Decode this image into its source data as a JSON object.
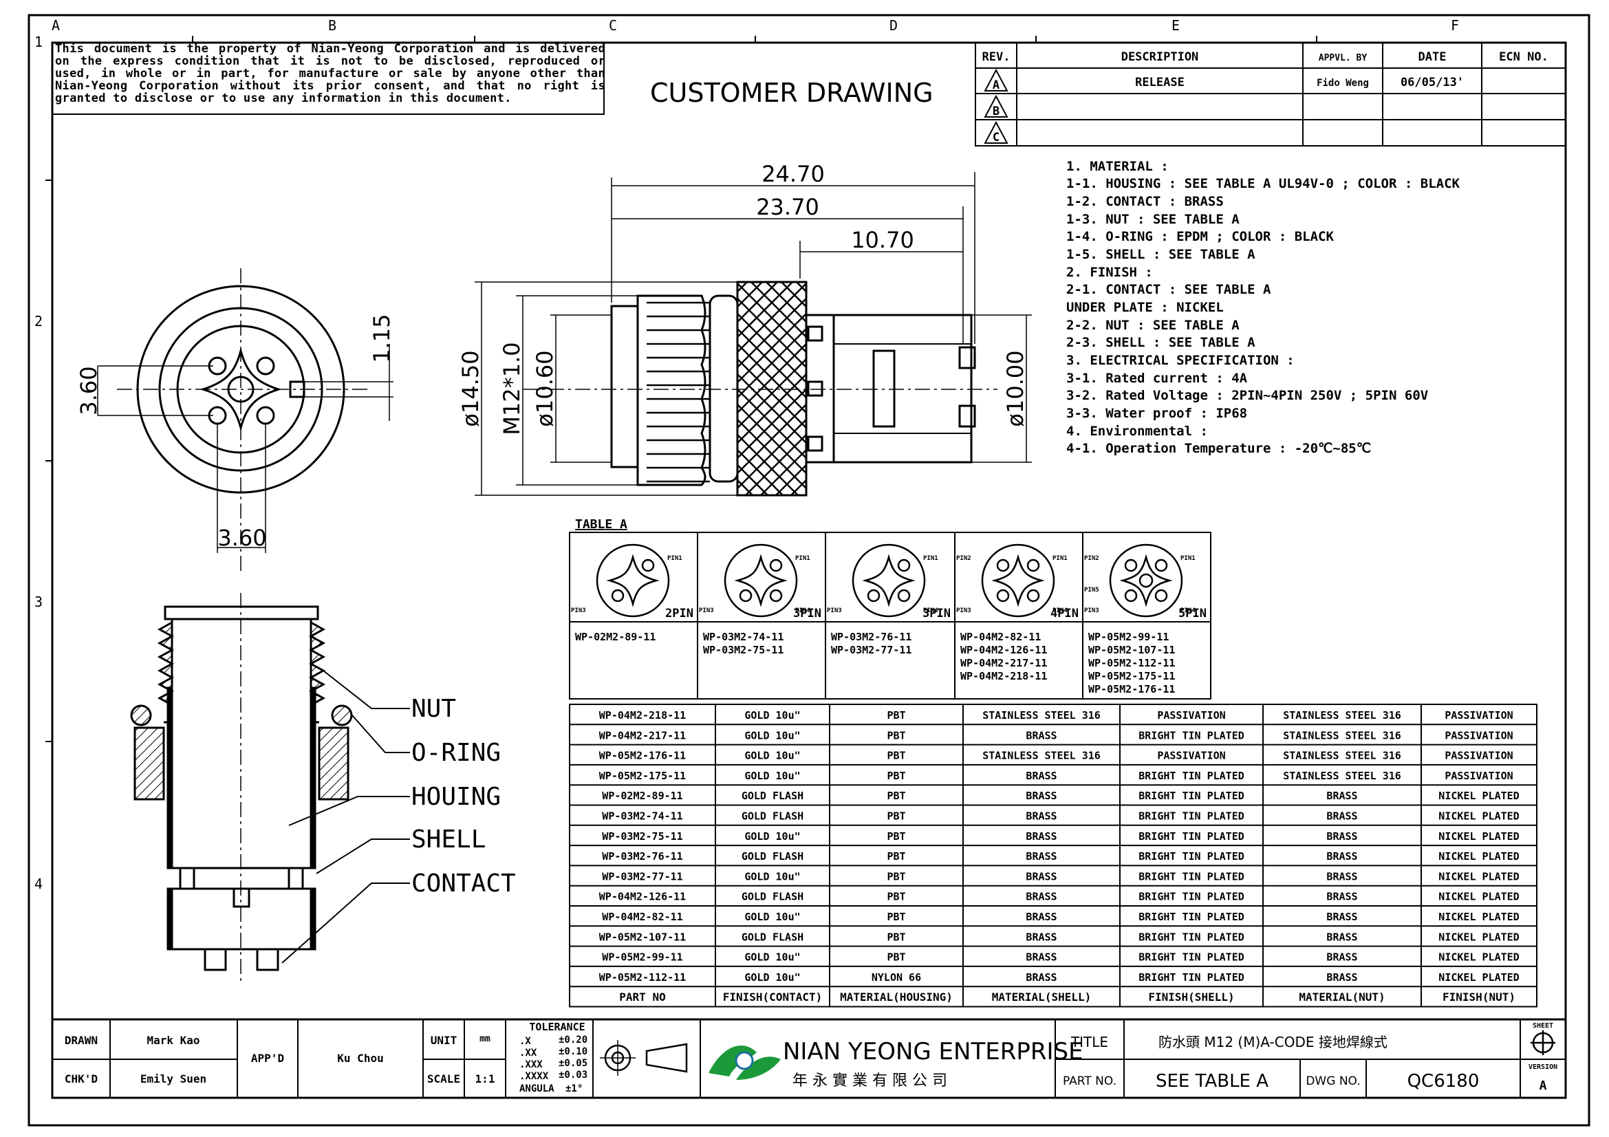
{
  "notice": {
    "lines": [
      "This document is the property of Nian-Yeong Corporation and is delivered",
      "on  the  express condition that it is not to be disclosed, reproduced or",
      "used, in whole or in part, for manufacture or sale by anyone other than",
      "Nian-Yeong Corporation without  its prior consent, and that  no right  is",
      "granted to disclose or to use any information in this  document."
    ]
  },
  "title": "CUSTOMER  DRAWING",
  "grid": {
    "columns": [
      "A",
      "B",
      "C",
      "D",
      "E",
      "F"
    ],
    "rows": [
      "1",
      "2",
      "3",
      "4"
    ]
  },
  "revision_table": {
    "headers": [
      "REV.",
      "DESCRIPTION",
      "APPVL. BY",
      "DATE",
      "ECN NO."
    ],
    "rows": [
      {
        "rev": "A",
        "description": "RELEASE",
        "appvl": "Fido Weng",
        "date": "06/05/13'",
        "ecn": ""
      },
      {
        "rev": "B",
        "description": "",
        "appvl": "",
        "date": "",
        "ecn": ""
      },
      {
        "rev": "C",
        "description": "",
        "appvl": "",
        "date": "",
        "ecn": ""
      }
    ]
  },
  "dimensions": {
    "d1": "24.70",
    "d2": "23.70",
    "d3": "10.70",
    "d4": "1.15",
    "d5": "3.60",
    "d6": "3.60",
    "d7": "ø14.50",
    "d8": "M12*1.0",
    "d9": "ø10.60",
    "d10": "ø10.00"
  },
  "specs": [
    "1. MATERIAL :",
    "   1-1. HOUSING : SEE TABLE A UL94V-0 ; COLOR : BLACK",
    "   1-2. CONTACT : BRASS",
    "   1-3. NUT : SEE TABLE A",
    "   1-4. O-RING : EPDM ; COLOR : BLACK",
    "   1-5. SHELL : SEE TABLE A",
    "2. FINISH :",
    "   2-1. CONTACT : SEE TABLE A",
    "        UNDER PLATE : NICKEL",
    "   2-2. NUT : SEE TABLE A",
    "   2-3. SHELL : SEE TABLE A",
    "3. ELECTRICAL SPECIFICATION :",
    "   3-1. Rated current : 4A",
    "   3-2. Rated Voltage : 2PIN~4PIN 250V ; 5PIN 60V",
    "   3-3. Water proof : IP68",
    "4. Environmental :",
    "   4-1. Operation Temperature : -20℃~85℃"
  ],
  "table_a_label": "TABLE  A",
  "pin_types": [
    {
      "label": "2PIN",
      "pins": [
        "PIN1",
        "PIN3"
      ],
      "parts": [
        "WP-02M2-89-11"
      ]
    },
    {
      "label": "3PIN",
      "pins": [
        "PIN1",
        "PIN3",
        "PIN4"
      ],
      "parts": [
        "WP-03M2-74-11",
        "WP-03M2-75-11"
      ]
    },
    {
      "label": "3PIN",
      "pins": [
        "PIN1",
        "PIN3",
        "PIN4"
      ],
      "parts": [
        "WP-03M2-76-11",
        "WP-03M2-77-11"
      ]
    },
    {
      "label": "4PIN",
      "pins": [
        "PIN1",
        "PIN2",
        "PIN3",
        "PIN4"
      ],
      "parts": [
        "WP-04M2-82-11",
        "WP-04M2-126-11",
        "WP-04M2-217-11",
        "WP-04M2-218-11"
      ]
    },
    {
      "label": "5PIN",
      "pins": [
        "PIN1",
        "PIN2",
        "PIN3",
        "PIN4",
        "PIN5"
      ],
      "parts": [
        "WP-05M2-99-11",
        "WP-05M2-107-11",
        "WP-05M2-112-11",
        "WP-05M2-175-11",
        "WP-05M2-176-11"
      ]
    }
  ],
  "material_table": {
    "rows": [
      [
        "WP-04M2-218-11",
        "GOLD 10u\"",
        "PBT",
        "STAINLESS STEEL 316",
        "PASSIVATION",
        "STAINLESS STEEL 316",
        "PASSIVATION"
      ],
      [
        "WP-04M2-217-11",
        "GOLD 10u\"",
        "PBT",
        "BRASS",
        "BRIGHT TIN PLATED",
        "STAINLESS STEEL 316",
        "PASSIVATION"
      ],
      [
        "WP-05M2-176-11",
        "GOLD 10u\"",
        "PBT",
        "STAINLESS STEEL 316",
        "PASSIVATION",
        "STAINLESS STEEL 316",
        "PASSIVATION"
      ],
      [
        "WP-05M2-175-11",
        "GOLD 10u\"",
        "PBT",
        "BRASS",
        "BRIGHT TIN PLATED",
        "STAINLESS STEEL 316",
        "PASSIVATION"
      ],
      [
        "WP-02M2-89-11",
        "GOLD FLASH",
        "PBT",
        "BRASS",
        "BRIGHT TIN PLATED",
        "BRASS",
        "NICKEL PLATED"
      ],
      [
        "WP-03M2-74-11",
        "GOLD FLASH",
        "PBT",
        "BRASS",
        "BRIGHT TIN PLATED",
        "BRASS",
        "NICKEL PLATED"
      ],
      [
        "WP-03M2-75-11",
        "GOLD 10u\"",
        "PBT",
        "BRASS",
        "BRIGHT TIN PLATED",
        "BRASS",
        "NICKEL PLATED"
      ],
      [
        "WP-03M2-76-11",
        "GOLD FLASH",
        "PBT",
        "BRASS",
        "BRIGHT TIN PLATED",
        "BRASS",
        "NICKEL PLATED"
      ],
      [
        "WP-03M2-77-11",
        "GOLD 10u\"",
        "PBT",
        "BRASS",
        "BRIGHT TIN PLATED",
        "BRASS",
        "NICKEL PLATED"
      ],
      [
        "WP-04M2-126-11",
        "GOLD FLASH",
        "PBT",
        "BRASS",
        "BRIGHT TIN PLATED",
        "BRASS",
        "NICKEL PLATED"
      ],
      [
        "WP-04M2-82-11",
        "GOLD 10u\"",
        "PBT",
        "BRASS",
        "BRIGHT TIN PLATED",
        "BRASS",
        "NICKEL PLATED"
      ],
      [
        "WP-05M2-107-11",
        "GOLD FLASH",
        "PBT",
        "BRASS",
        "BRIGHT TIN PLATED",
        "BRASS",
        "NICKEL PLATED"
      ],
      [
        "WP-05M2-99-11",
        "GOLD 10u\"",
        "PBT",
        "BRASS",
        "BRIGHT TIN PLATED",
        "BRASS",
        "NICKEL PLATED"
      ],
      [
        "WP-05M2-112-11",
        "GOLD 10u\"",
        "NYLON 66",
        "BRASS",
        "BRIGHT TIN PLATED",
        "BRASS",
        "NICKEL PLATED"
      ]
    ],
    "footer": [
      "PART NO",
      "FINISH(CONTACT)",
      "MATERIAL(HOUSING)",
      "MATERIAL(SHELL)",
      "FINISH(SHELL)",
      "MATERIAL(NUT)",
      "FINISH(NUT)"
    ]
  },
  "callouts": [
    "NUT",
    "O-RING",
    "HOUING",
    "SHELL",
    "CONTACT"
  ],
  "title_block": {
    "drawn_label": "DRAWN",
    "drawn": "Mark Kao",
    "chkd_label": "CHK'D",
    "chkd": "Emily Suen",
    "appd_label": "APP'D",
    "appd": "Ku Chou",
    "unit_label": "UNIT",
    "unit": "mm",
    "scale_label": "SCALE",
    "scale": "1:1",
    "tolerance_label": "TOLERANCE",
    "tolerances": [
      [
        ".X",
        "±0.20"
      ],
      [
        ".XX",
        "±0.10"
      ],
      [
        ".XXX",
        "±0.05"
      ],
      [
        ".XXXX",
        "±0.03"
      ],
      [
        "ANGULA",
        "±1°"
      ]
    ],
    "company": "NIAN YEONG ENTERPRISE",
    "company_cn": "年 永 實 業 有 限 公 司",
    "title_label": "TITLE",
    "title_value": "防水頭 M12 (M)A-CODE 接地焊線式",
    "partno_label": "PART NO.",
    "partno": "SEE TABLE A",
    "dwgno_label": "DWG NO.",
    "dwgno": "QC6180",
    "sheet_label": "SHEET",
    "version_label": "VERSION",
    "version": "A"
  }
}
